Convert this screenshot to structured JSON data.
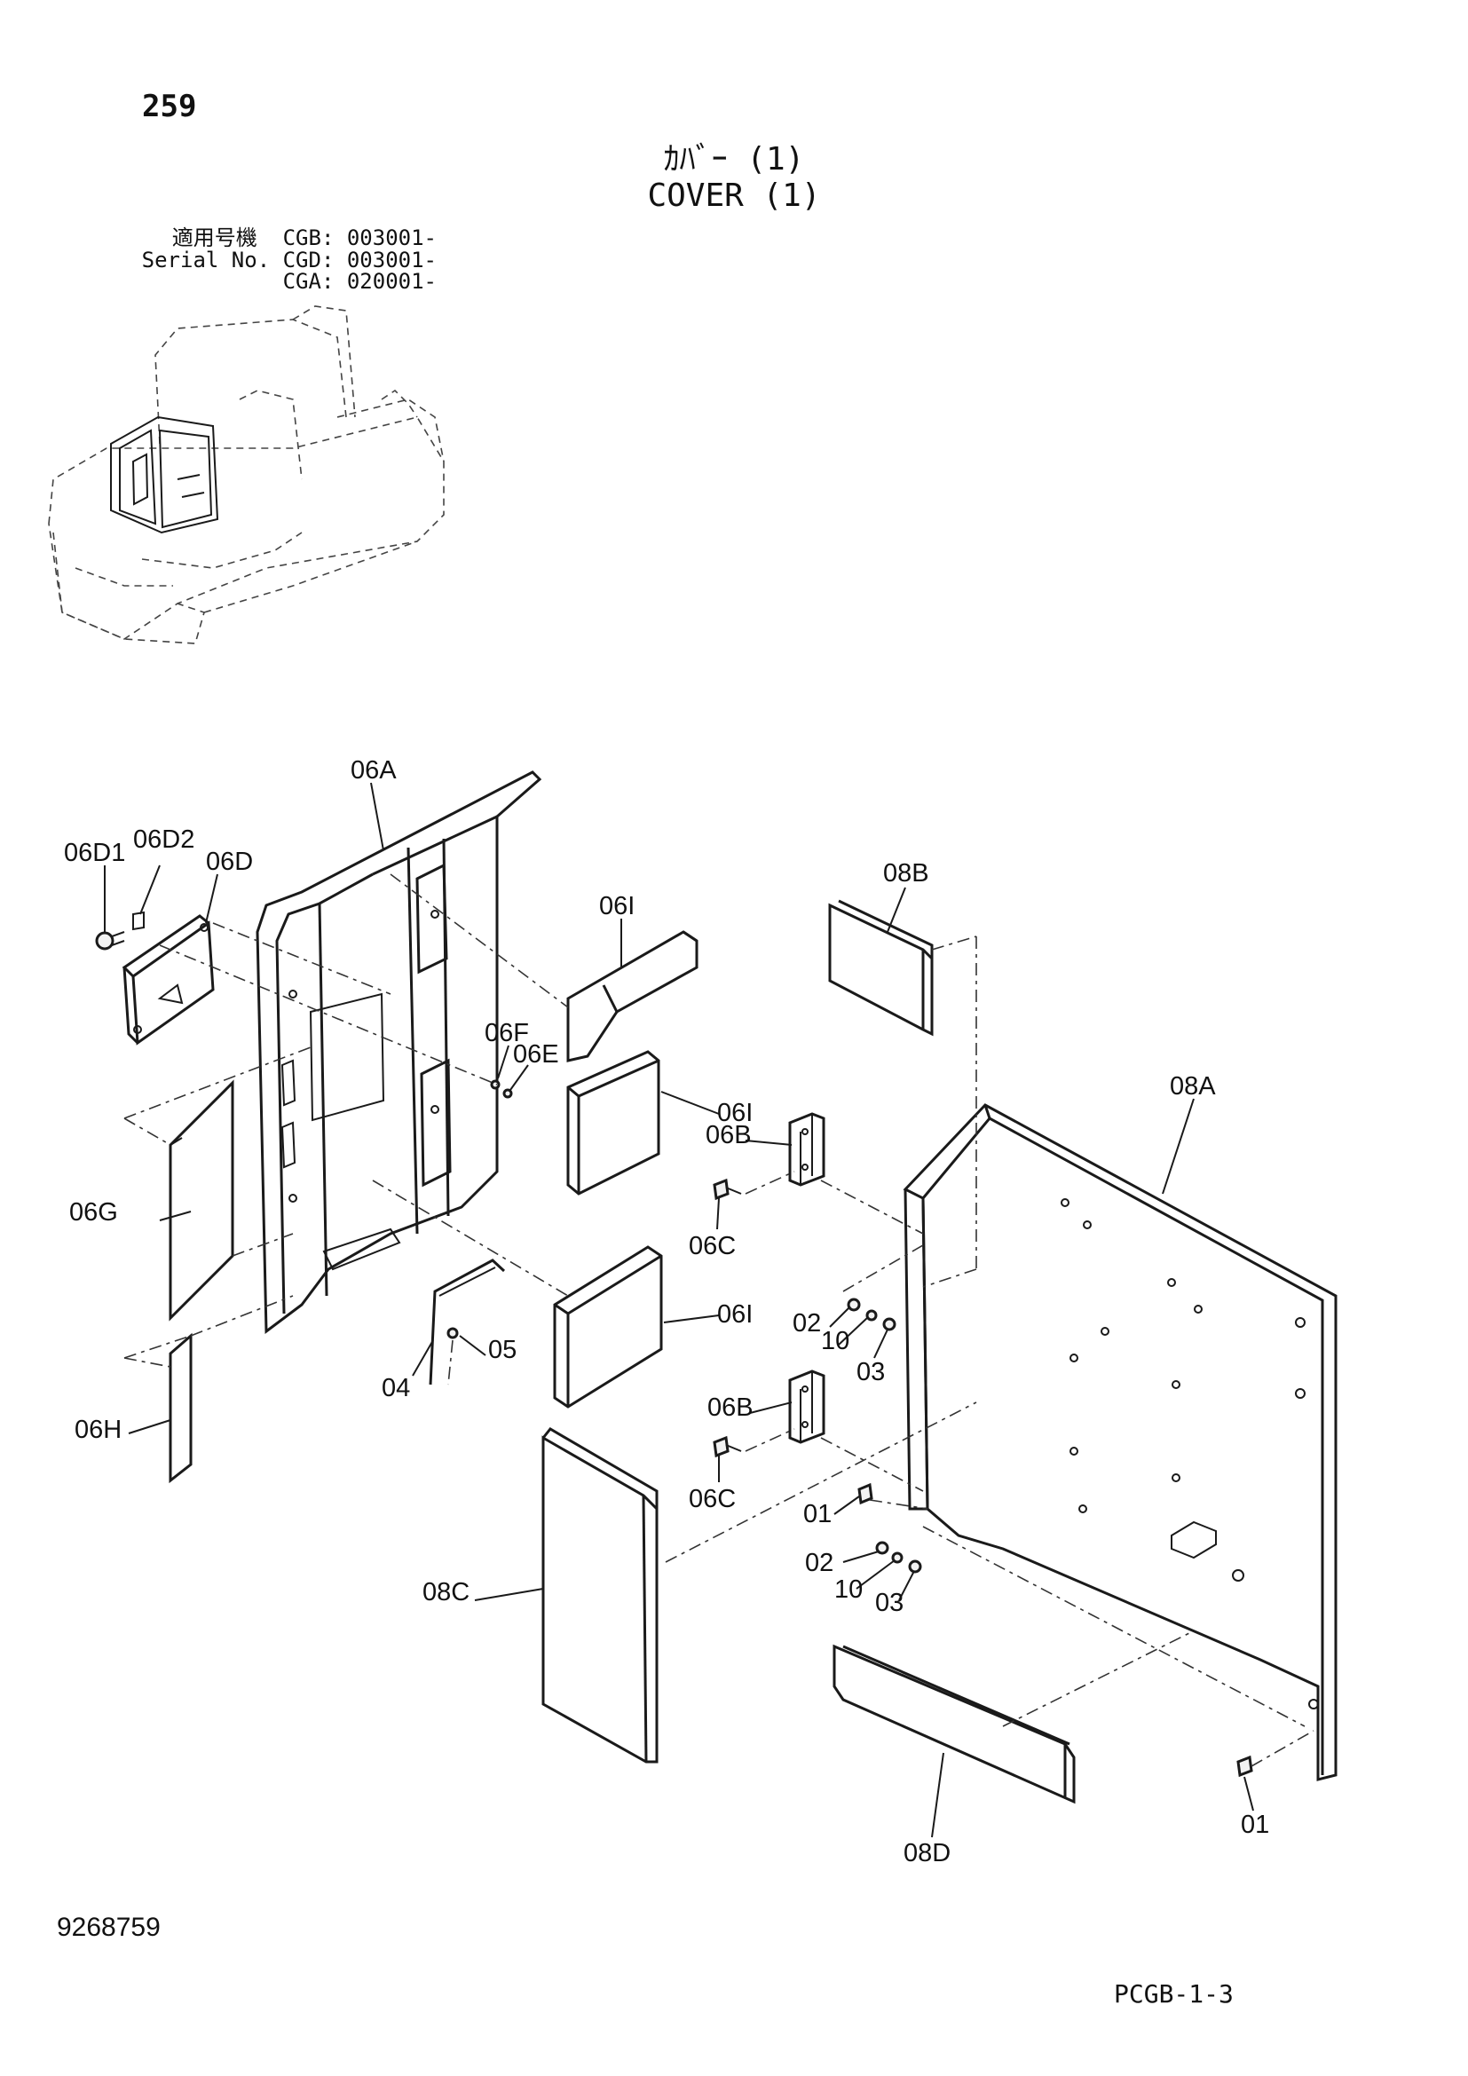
{
  "header": {
    "page_number": "259",
    "title_jp": "ｶﾊﾞｰ (1)",
    "title_en": "COVER (1)"
  },
  "serial": {
    "line1": "適用号機  CGB: 003001-",
    "line2": "Serial No. CGD: 003001-",
    "line3": "CGA: 020001-"
  },
  "callouts": {
    "c06A": "06A",
    "c06D1": "06D1",
    "c06D2": "06D2",
    "c06D": "06D",
    "c08B": "08B",
    "c06I_top": "06I",
    "c06F": "06F",
    "c06E": "06E",
    "c06I_mid": "06I",
    "c08A": "08A",
    "c06B_top": "06B",
    "c06G": "06G",
    "c06C_top": "06C",
    "c02_top": "02",
    "c10_top": "10",
    "c03_top": "03",
    "c06I_low": "06I",
    "c05": "05",
    "c04": "04",
    "c06B_low": "06B",
    "c06H": "06H",
    "c06C_low": "06C",
    "c01_mid": "01",
    "c02_low": "02",
    "c10_low": "10",
    "c03_low": "03",
    "c08C": "08C",
    "c01_low": "01",
    "c08D": "08D"
  },
  "footer": {
    "document_number": "9268759",
    "sheet_reference": "PCGB-1-3"
  }
}
